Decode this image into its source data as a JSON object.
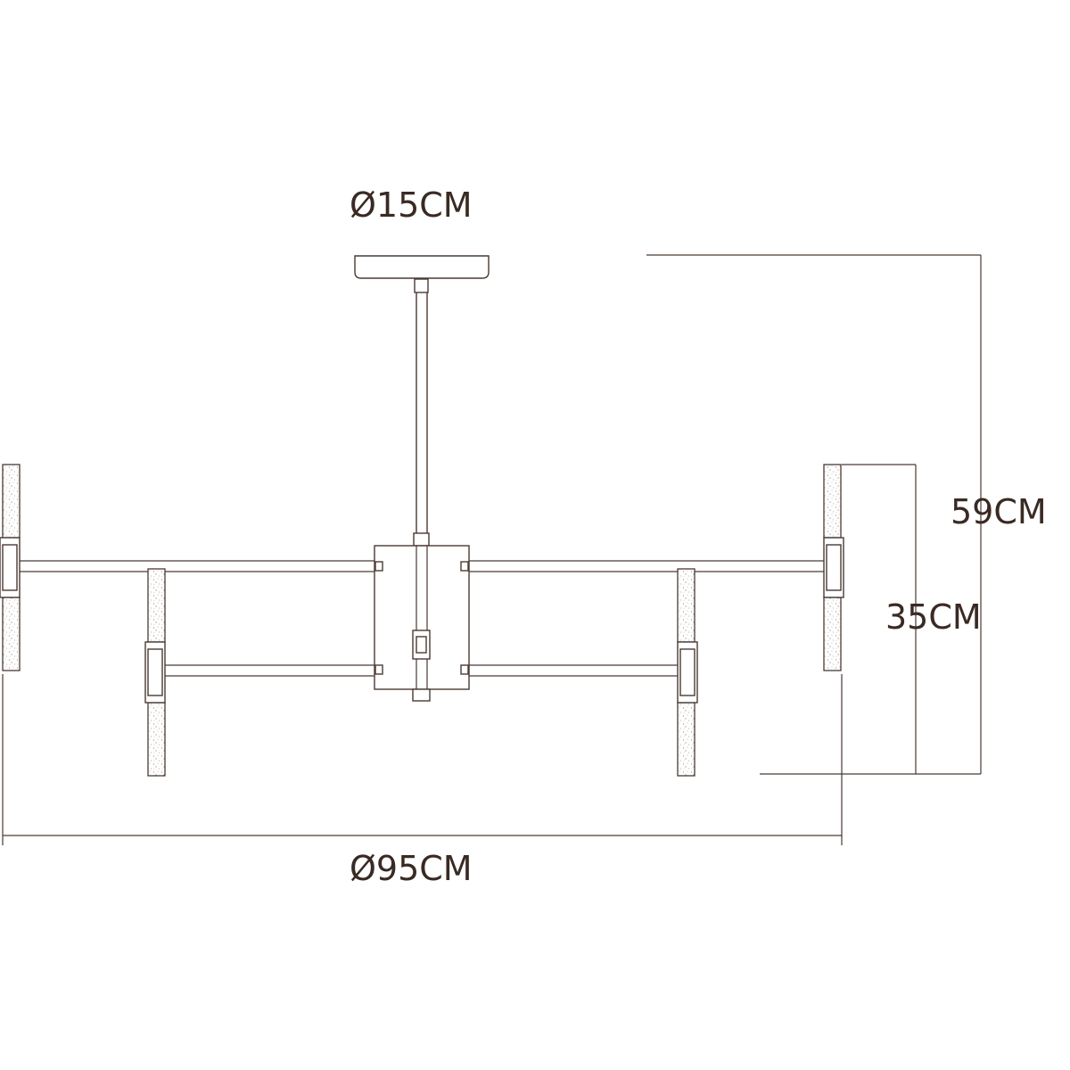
{
  "dimensions": {
    "canopy_diameter": "Ø15CM",
    "overall_diameter": "Ø95CM",
    "total_height": "59CM",
    "body_height": "35CM"
  },
  "colors": {
    "line": "#4a3a33",
    "text": "#3a2a24",
    "background": "#ffffff"
  }
}
